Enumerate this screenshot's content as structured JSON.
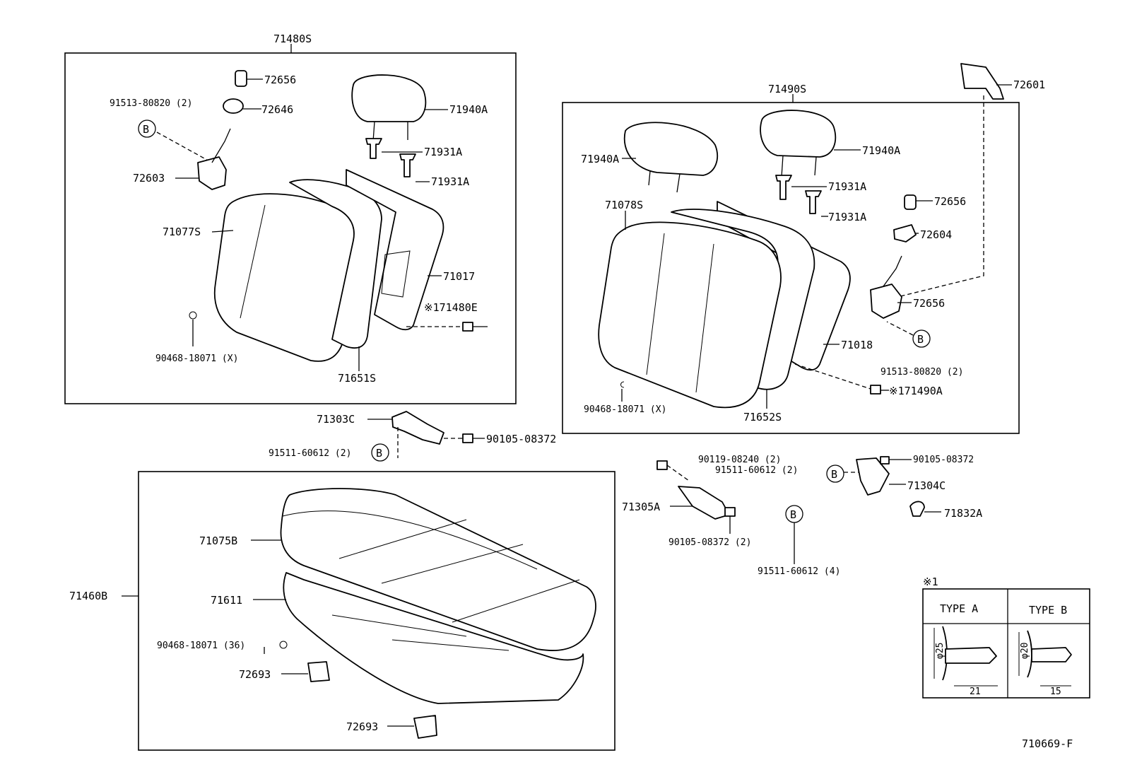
{
  "labels": {
    "assy_back_left": "71480S",
    "assy_back_right": "71490S",
    "cushion_assy": "71460B",
    "left": {
      "p72656": "72656",
      "p72646": "72646",
      "p91513": "91513-80820 (2)",
      "p72603": "72603",
      "p71077s": "71077S",
      "p90468": "90468-18071 (X)",
      "p71940a": "71940A",
      "p71931a_1": "71931A",
      "p71931a_2": "71931A",
      "p71017": "71017",
      "p171480e": "※171480E",
      "p71651s": "71651S"
    },
    "right": {
      "p72601": "72601",
      "p71940a_l": "71940A",
      "p71940a_r": "71940A",
      "p71931a_1": "71931A",
      "p71931a_2": "71931A",
      "p71078s": "71078S",
      "p72656_top": "72656",
      "p72604": "72604",
      "p72656_lock": "72656",
      "p71018": "71018",
      "p91513": "91513-80820 (2)",
      "p171490a": "※171490A",
      "p90468": "90468-18071 (X)",
      "p71652s": "71652S"
    },
    "middle": {
      "p71303c": "71303C",
      "p91511": "91511-60612 (2)",
      "p90105": "90105-08372"
    },
    "right_lower": {
      "p90119": "90119-08240 (2)",
      "p91511_2": "91511-60612 (2)",
      "p90105": "90105-08372",
      "p71304c": "71304C",
      "p71305a": "71305A",
      "p90105_2": "90105-08372 (2)",
      "p71832a": "71832A",
      "p91511_4": "91511-60612 (4)"
    },
    "cushion": {
      "p71075b": "71075B",
      "p71611": "71611",
      "p90468_36": "90468-18071 (36)",
      "p72693_1": "72693",
      "p72693_2": "72693"
    },
    "circle_b": "B",
    "table": {
      "note": "※1",
      "type_a": "TYPE A",
      "type_b": "TYPE B",
      "a_dia": "φ25",
      "a_len": "21",
      "b_dia": "φ20",
      "b_len": "15"
    },
    "figure_code": "710669-F"
  }
}
